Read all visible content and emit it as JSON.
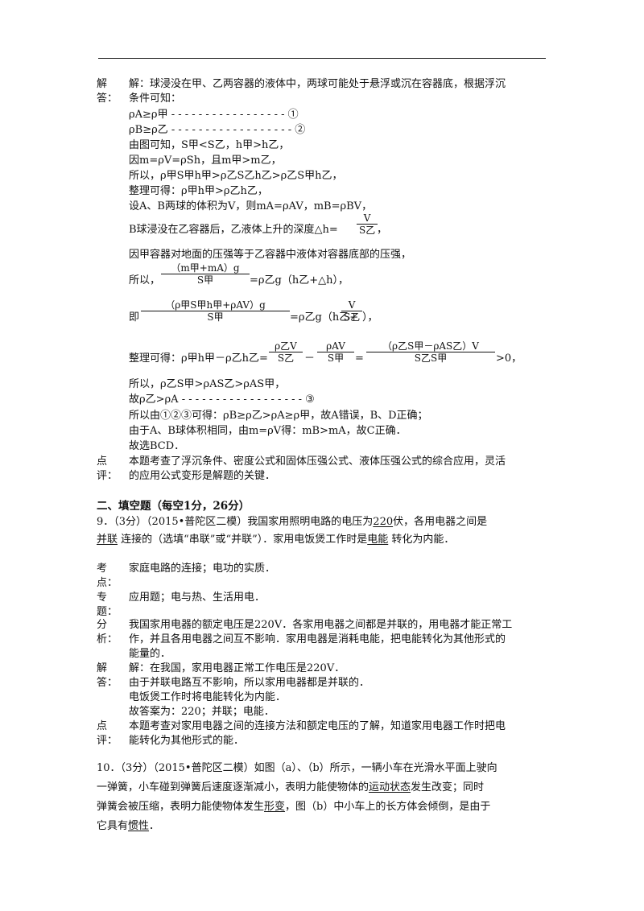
{
  "q8_solution": {
    "label_solve": "解\n答：",
    "line1": "解：球浸没在甲、乙两容器的液体中，两球可能处于悬浮或沉在容器底，根据浮沉",
    "line1b": "条件可知：",
    "ineq1": "ρA≥ρ甲 - - - - - - - - - - - - - - - - - ①",
    "ineq2": "ρB≥ρ乙 - - - - - - - - - - - - - - - - - - ②",
    "l3": "由图可知，S甲<S乙，h甲>h乙，",
    "l4": "因m=ρV=ρSh，且m甲>m乙，",
    "l5": "所以，ρ甲S甲h甲>ρ乙S乙h乙>ρ乙S甲h乙，",
    "l6": "整理可得：ρ甲h甲>ρ乙h乙，",
    "l7": "设A、B两球的体积为V，则mA=ρAV，mB=ρBV，",
    "l8": "B球浸没在乙容器后，乙液体上升的深度△h=",
    "l8_num": "V",
    "l8_den": "S乙",
    "l8_end": "，",
    "l9": "因甲容器对地面的压强等于乙容器中液体对容器底部的压强，",
    "l10_pre": "所以，",
    "l10_num": "（m甲+mA）g",
    "l10_den": "S甲",
    "l10_post": "=ρ乙g（h乙+△h），",
    "l11_pre": "即",
    "l11_num": "（ρ甲S甲h甲+ρAV）g",
    "l11_den": "S甲",
    "l11_mid": "=ρ乙g（h乙+",
    "l11_num2": "V",
    "l11_den2": "S乙",
    "l11_end": "），",
    "l12_pre": "整理可得：ρ甲h甲－ρ乙h乙=",
    "l12_n1": "ρ乙V",
    "l12_d1": "S乙",
    "l12_minus": "－",
    "l12_n2": "ρAV",
    "l12_d2": "S甲",
    "l12_eq": "=",
    "l12_n3": "（ρ乙S甲－ρAS乙）V",
    "l12_d3": "S乙S甲",
    "l12_end": ">0，",
    "l13": "所以，ρ乙S甲>ρAS乙>ρAS甲，",
    "l14": "故ρ乙>ρA - - - - - - - - - - - - - - - - - - ③",
    "l15": "所以由①②③可得：ρB≥ρ乙>ρA≥ρ甲，故A错误，B、D正确；",
    "l16": "由于A、B球体积相同，由m=ρV得：mB>mA，故C正确．",
    "l17": "故选BCD．",
    "label_comment": "点\n评：",
    "c1": "本题考查了浮沉条件、密度公式和固体压强公式、液体压强公式的综合应用，灵活",
    "c2": "的应用公式变形是解题的关键．"
  },
  "section2": {
    "title": "二、填空题（每空1分，26分）"
  },
  "q9": {
    "l1_pre": "9．（3分）（2015•普陀区二模）我国家用照明电路的电压为",
    "blank1": "  220  ",
    "l1_post": "伏，各用电器之间是",
    "blank2": "并联",
    "l2_mid": "  连接的（选填“串联”或“并联”）．家用电饭煲工作时是",
    "blank3": "  电能  ",
    "l2_post": "  转化为内能．",
    "kao_label": "考\n点：",
    "kao": "家庭电路的连接；电功的实质．",
    "zhuan_label": "专\n题：",
    "zhuan": "应用题；电与热、生活用电．",
    "fen_label": "分\n析：",
    "fen1": "我国家用电器的额定电压是220V．各家用电器之间都是并联的，用电器才能正常工",
    "fen2": "作，并且各用电器之间互不影响．家用电器是消耗电能，把电能转化为其他形式的",
    "fen3": "能量的．",
    "jie_label": "解\n答：",
    "jie1": "解：在我国，家用电器正常工作电压是220V．",
    "jie2": "由于并联电路互不影响，所以家用电器都是并联的．",
    "jie3": "电饭煲工作时将电能转化为内能．",
    "jie4": "故答案为：220；并联；电能．",
    "dian_label": "点\n评：",
    "dian1": "本题考查对家用电器之间的连接方法和额定电压的了解，知道家用电器工作时把电",
    "dian2": "能转化为其他形式的能．"
  },
  "q10": {
    "l1": "10．（3分）（2015•普陀区二模）如图（a）、（b）所示，一辆小车在光滑水平面上驶向",
    "l2_pre": "一弹簧，小车碰到弹簧后速度逐渐减小，表明力能使物体的",
    "blank1": "  运动状态  ",
    "l2_post": "发生改变；同时",
    "l3_pre": "弹簧会被压缩，表明力能使物体发生",
    "blank2": "  形变  ",
    "l3_post": "，图（b）中小车上的长方体会倾倒，是由于",
    "l4_pre": "它具有",
    "blank3": "  惯性  ",
    "l4_post": "．"
  }
}
